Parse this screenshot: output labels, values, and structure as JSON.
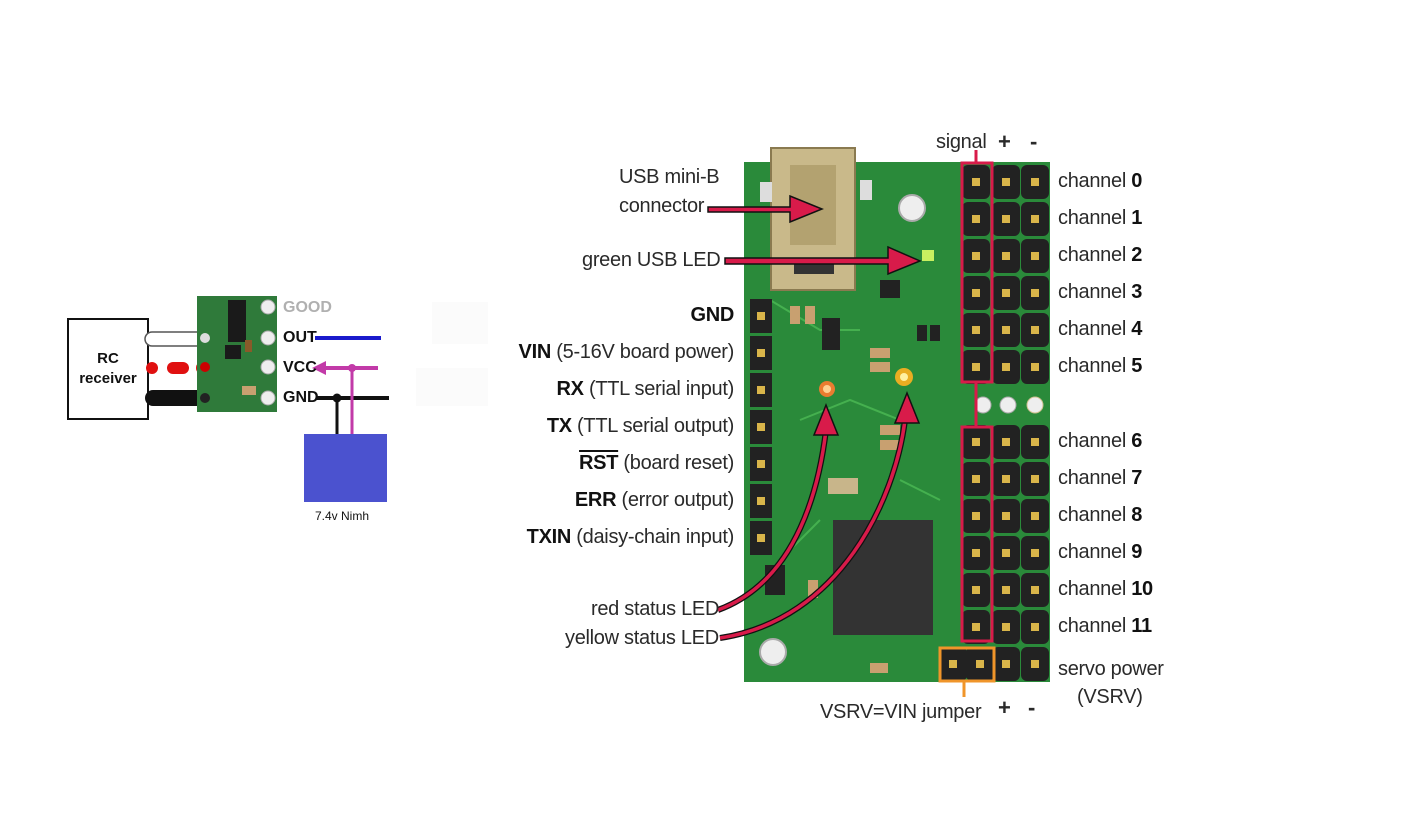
{
  "left_diagram": {
    "rc_receiver_label_line1": "RC",
    "rc_receiver_label_line2": "receiver",
    "pins": [
      "GOOD",
      "OUT",
      "VCC",
      "GND"
    ],
    "battery_label": "7.4v Nimh",
    "colors": {
      "board": "#2f7a3a",
      "out_wire": "#1a1acc",
      "vcc_wire": "#c23aa8",
      "gnd_wire": "#000000",
      "signal_dash": "#e01010",
      "battery": "#4b52cf",
      "good_label": "#b0b0b0"
    }
  },
  "right_diagram": {
    "callouts_left": {
      "usb_connector_line1": "USB mini-B",
      "usb_connector_line2": "connector",
      "green_usb_led": "green USB LED",
      "red_status_led": "red status LED",
      "yellow_status_led": "yellow status LED"
    },
    "pins_left": [
      {
        "name": "GND",
        "desc": ""
      },
      {
        "name": "VIN",
        "desc": "(5-16V board power)"
      },
      {
        "name": "RX",
        "desc": "(TTL serial input)"
      },
      {
        "name": "TX",
        "desc": "(TTL serial output)"
      },
      {
        "name": "RST",
        "desc": "(board reset)"
      },
      {
        "name": "ERR",
        "desc": "(error output)"
      },
      {
        "name": "TXIN",
        "desc": "(daisy-chain input)"
      }
    ],
    "header_top": {
      "signal": "signal",
      "plus": "+",
      "minus": "-"
    },
    "header_bottom": {
      "jumper": "VSRV=VIN jumper",
      "plus": "+",
      "minus": "-"
    },
    "channel_prefix": "channel",
    "channels": [
      "0",
      "1",
      "2",
      "3",
      "4",
      "5",
      "6",
      "7",
      "8",
      "9",
      "10",
      "11"
    ],
    "servo_power_line1": "servo power",
    "servo_power_line2": "(VSRV)",
    "colors": {
      "board": "#2a8a3a",
      "arrow": "#d81b4a",
      "signal_box": "#d81b4a",
      "jumper_box": "#f0952a",
      "header": "#222222"
    }
  }
}
